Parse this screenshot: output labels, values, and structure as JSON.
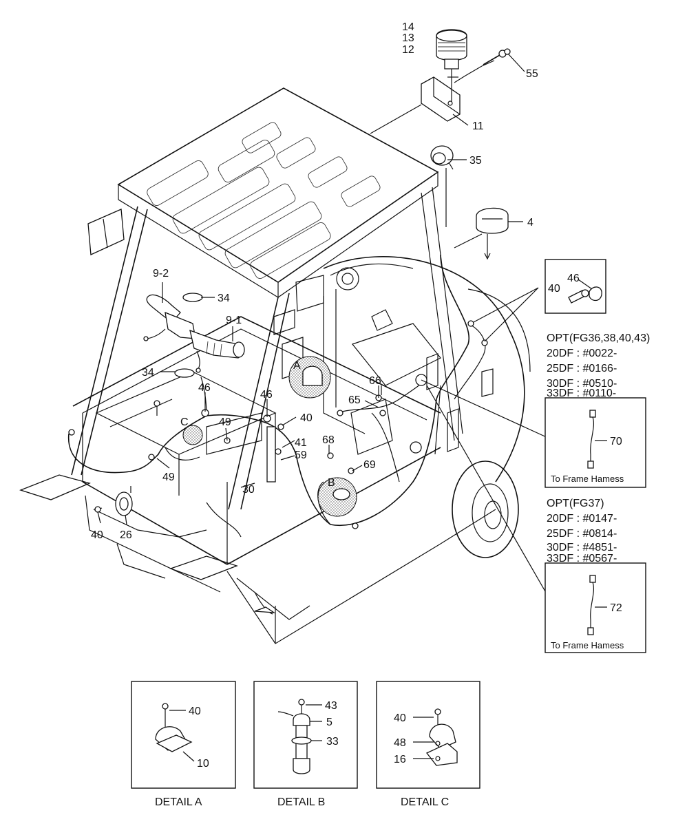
{
  "callouts": {
    "c14": "14",
    "c13": "13",
    "c12": "12",
    "c55": "55",
    "c11": "11",
    "c35": "35",
    "c4": "4",
    "c9_2": "9-2",
    "c34a": "34",
    "c9_1": "9-1",
    "c34b": "34",
    "c46a": "46",
    "c46b": "46",
    "c46c": "46",
    "c40a": "40",
    "c40b": "40",
    "c40c": "40",
    "c66": "66",
    "c65": "65",
    "c68": "68",
    "c69": "69",
    "c41": "41",
    "c59": "59",
    "c49a": "49",
    "c49b": "49",
    "c30": "30",
    "c26": "26",
    "cA": "A",
    "cB": "B",
    "cC": "C"
  },
  "option_fg36": {
    "title": "OPT(FG36,38,40,43)",
    "lines": [
      "20DF : #0022-",
      "25DF : #0166-",
      "30DF : #0510-",
      "33DF : #0110-"
    ],
    "part": "70",
    "caption": "To Frame Hamess"
  },
  "option_fg37": {
    "title": "OPT(FG37)",
    "lines": [
      "20DF : #0147-",
      "25DF : #0814-",
      "30DF : #4851-",
      "33DF : #0567-"
    ],
    "part": "72",
    "caption": "To Frame Hamess"
  },
  "details": [
    {
      "title": "DETAIL A",
      "labels": [
        "40",
        "10"
      ]
    },
    {
      "title": "DETAIL B",
      "labels": [
        "43",
        "5",
        "33"
      ]
    },
    {
      "title": "DETAIL C",
      "labels": [
        "40",
        "48",
        "16"
      ]
    }
  ]
}
